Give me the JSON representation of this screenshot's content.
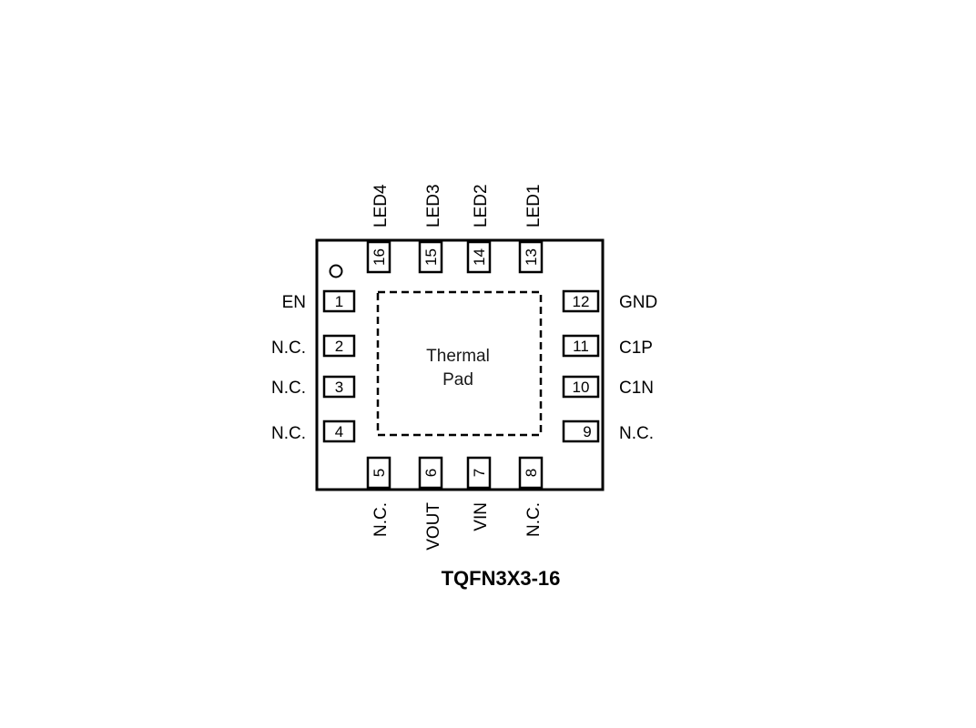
{
  "package": {
    "name": "TQFN3X3-16",
    "thermal_pad": [
      "Thermal",
      "Pad"
    ]
  },
  "pins": [
    {
      "num": "1",
      "name": "EN",
      "side": "left"
    },
    {
      "num": "2",
      "name": "N.C.",
      "side": "left"
    },
    {
      "num": "3",
      "name": "N.C.",
      "side": "left"
    },
    {
      "num": "4",
      "name": "N.C.",
      "side": "left"
    },
    {
      "num": "5",
      "name": "N.C.",
      "side": "bottom"
    },
    {
      "num": "6",
      "name": "VOUT",
      "side": "bottom"
    },
    {
      "num": "7",
      "name": "VIN",
      "side": "bottom"
    },
    {
      "num": "8",
      "name": "N.C.",
      "side": "bottom"
    },
    {
      "num": "9",
      "name": "N.C.",
      "side": "right"
    },
    {
      "num": "10",
      "name": "C1N",
      "side": "right"
    },
    {
      "num": "11",
      "name": "C1P",
      "side": "right"
    },
    {
      "num": "12",
      "name": "GND",
      "side": "right"
    },
    {
      "num": "13",
      "name": "LED1",
      "side": "top"
    },
    {
      "num": "14",
      "name": "LED2",
      "side": "top"
    },
    {
      "num": "15",
      "name": "LED3",
      "side": "top"
    },
    {
      "num": "16",
      "name": "LED4",
      "side": "top"
    }
  ]
}
